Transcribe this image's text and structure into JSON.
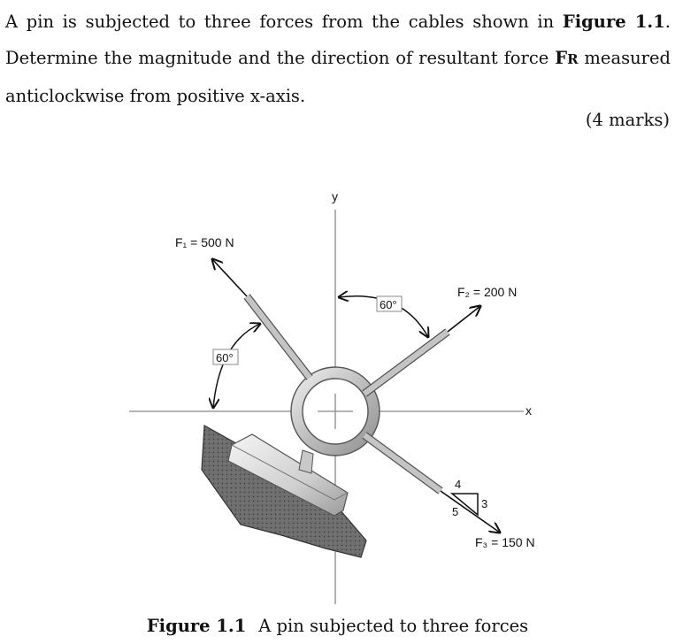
{
  "question": {
    "part1": "A pin is subjected to three forces from the cables shown in ",
    "figure_ref": "Figure 1.1",
    "part2": ". Determine the magnitude and the direction of resultant force ",
    "force_symbol": "F",
    "force_sub": "R",
    "part3": " measured anticlockwise from positive x-axis.",
    "marks": "(4 marks)"
  },
  "figure": {
    "axis_x": "x",
    "axis_y": "y",
    "f1_label": "F₁ = 500 N",
    "f2_label": "F₂ = 200 N",
    "f3_label": "F₃ = 150 N",
    "angle_f1": "60°",
    "angle_f2": "60°",
    "slope_hyp": "5",
    "slope_run": "4",
    "slope_rise": "3"
  },
  "caption": {
    "label": "Figure 1.1",
    "text": "A pin subjected to three forces"
  }
}
